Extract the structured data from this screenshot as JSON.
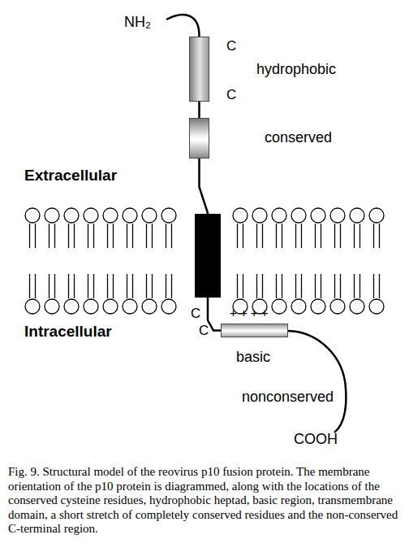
{
  "diagram": {
    "caption": "Fig. 9. Structural model of the reovirus p10 fusion protein. The membrane orientation of the p10 protein is diagrammed, along with the locations of the conserved cysteine residues, hydrophobic heptad, basic region, transmembrane domain, a short stretch of completely conserved residues and the non-conserved C-terminal region.",
    "nodes": [
      {
        "text": [
          "hydrophobic"
        ]
      },
      {
        "text": [
          "conserved"
        ]
      },
      {
        "text": [
          "basic"
        ]
      }
    ],
    "edges": [
      {
        "from": 0,
        "to": 1,
        "arrow": "none"
      },
      {
        "from": 1,
        "to": 2,
        "arrow": "none"
      }
    ],
    "labels": [
      "NH₂",
      "C",
      "C",
      "Extracellular",
      "C",
      "+ + + +",
      "C",
      "Intracellular",
      "nonconserved",
      "COOH"
    ]
  }
}
